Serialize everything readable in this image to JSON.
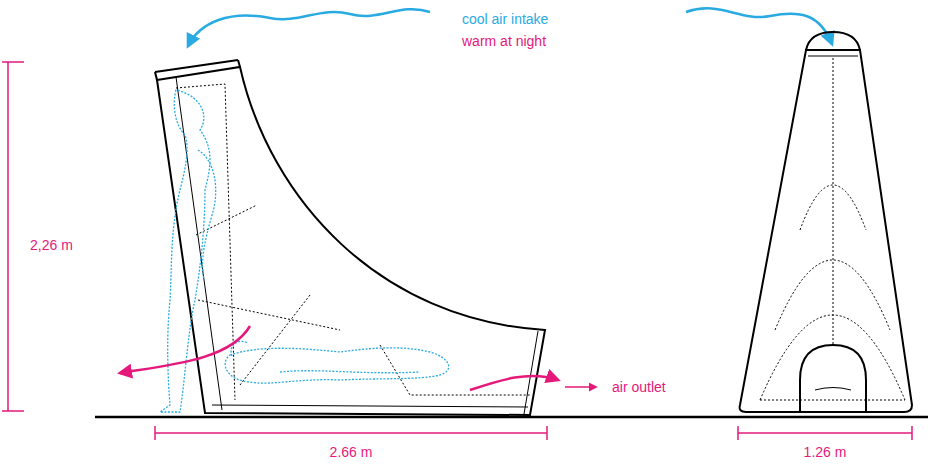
{
  "diagram": {
    "labels": [
      "cool air intake",
      "warm at night",
      "2,26 m",
      "air outlet",
      "2.66 m",
      "1.26 m"
    ]
  }
}
